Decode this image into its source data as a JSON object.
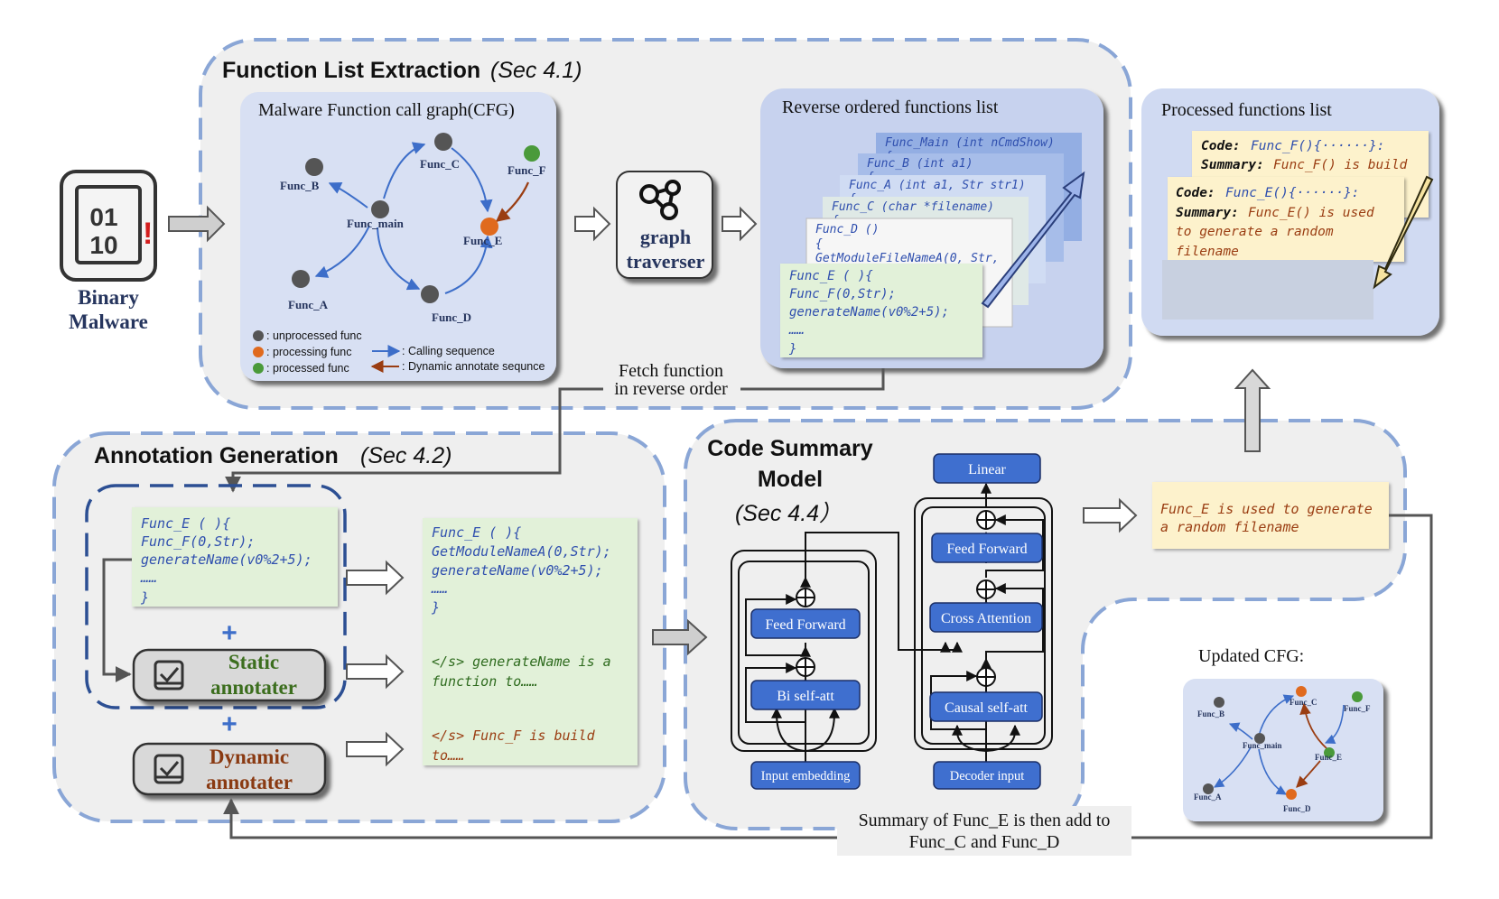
{
  "sections": {
    "fle": {
      "title": "Function List Extraction",
      "sec": "(Sec 4.1)"
    },
    "ag": {
      "title": "Annotation Generation",
      "sec": "(Sec 4.2)"
    },
    "csm": {
      "title_line1": "Code Summary",
      "title_line2": "Model",
      "sec": "(Sec 4.4）"
    }
  },
  "binary": {
    "glyph_top": "01",
    "glyph_bottom": "10",
    "alert": "!",
    "label_line1": "Binary",
    "label_line2": "Malware"
  },
  "cfg": {
    "title": "Malware Function call graph(CFG)",
    "nodes": {
      "main": "Func_main",
      "a": "Func_A",
      "b": "Func_B",
      "c": "Func_C",
      "d": "Func_D",
      "e": "Func_E",
      "f": "Func_F"
    },
    "legend": {
      "unprocessed": ": unprocessed func",
      "processing": ": processing func",
      "processed": ": processed func",
      "calling": ": Calling sequence",
      "dynamic": ": Dynamic annotate sequnce"
    }
  },
  "traverser": {
    "line1": "graph",
    "line2": "traverser"
  },
  "reverse_list": {
    "title": "Reverse ordered functions list",
    "cards": [
      "Func_Main (int nCmdShow)",
      "Func_B (int a1)",
      "Func_A (int a1, Str str1)",
      "Func_C (char *filename)",
      "Func_D ()"
    ],
    "brace": "{",
    "d_body": "GetModuleFileNameA(0, Str,",
    "front": [
      "Func_E ( ){",
      "Func_F(0,Str);",
      "generateName(v0%2+5);",
      "……",
      "}"
    ]
  },
  "processed": {
    "title": "Processed functions list",
    "card1": {
      "code_label": "Code:",
      "code": "Func_F(){······}:",
      "summary_label": "Summary:",
      "summary": "Func_F() is build"
    },
    "card2": {
      "code_label": "Code:",
      "code": "Func_E(){······}:",
      "summary_label": "Summary:",
      "summary1": "Func_E() is used",
      "summary2": "to generate a random",
      "summary3": "filename"
    }
  },
  "fetch": {
    "line1": "Fetch function",
    "line2": "in reverse order"
  },
  "ag_code": [
    "Func_E ( ){",
    "Func_F(0,Str);",
    "generateName(v0%2+5);",
    "……",
    "}"
  ],
  "static_annotater": {
    "line1": "Static",
    "line2": "annotater"
  },
  "dynamic_annotater": {
    "line1": "Dynamic",
    "line2": "annotater"
  },
  "plus": "+",
  "ag_output": {
    "code": [
      "Func_E ( ){",
      "GetModuleNameA(0,Str);",
      "generateName(v0%2+5);",
      "……",
      "}"
    ],
    "static": [
      "</s> generateName is a",
      "function to……"
    ],
    "dynamic": [
      "</s> Func_F is build",
      "to……"
    ]
  },
  "model": {
    "linear": "Linear",
    "enc_ff": "Feed Forward",
    "enc_att": "Bi self-att",
    "input": "Input embedding",
    "dec_ff": "Feed Forward",
    "cross": "Cross Attention",
    "dec_self": "Causal self-att",
    "dec_input": "Decoder input"
  },
  "summary_output": {
    "line1": "Func_E is used to generate",
    "line2": "a random filename"
  },
  "updated_cfg": {
    "title": "Updated CFG:"
  },
  "feedback": {
    "line1": "Summary of Func_E is then add to",
    "line2": "Func_C and Func_D"
  },
  "colors": {
    "panel_bg": "#efefef",
    "panel_dash": "#8aa6d6",
    "cfg_bg": "#d8e0f3",
    "block": "#3f6fcf",
    "code_green": "#e2f1d9",
    "code_yellow": "#fdf2cc",
    "node_unprocessed": "#555555",
    "node_processing": "#e06a1e",
    "node_processed": "#4a9a3a",
    "edge_calling": "#3d6ec9",
    "edge_dynamic": "#9a3d12",
    "navy": "#26355e"
  }
}
